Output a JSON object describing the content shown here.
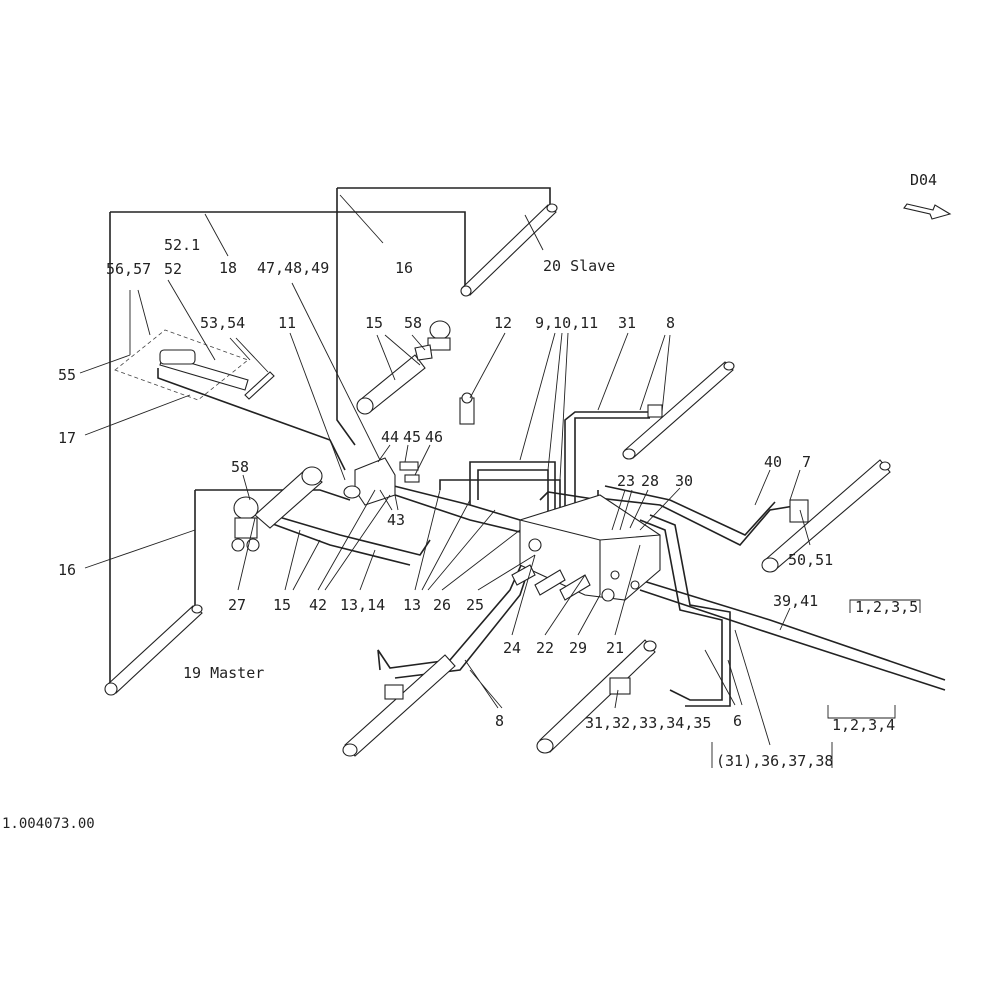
{
  "page_ref": "D04",
  "drawing_number": "1.004073.00",
  "labels": {
    "slave": "20 Slave",
    "master": "19 Master",
    "l_16a": "16",
    "l_18": "18",
    "l_5657": "56,57",
    "l_521": "52.1",
    "l_52": "52",
    "l_474849": "47,48,49",
    "l_5354": "53,54",
    "l_11a": "11",
    "l_15a": "15",
    "l_58a": "58",
    "l_12": "12",
    "l_91011": "9,10,11",
    "l_31": "31",
    "l_8a": "8",
    "l_55": "55",
    "l_17": "17",
    "l_44": "44",
    "l_45": "45",
    "l_46": "46",
    "l_40": "40",
    "l_7": "7",
    "l_58b": "58",
    "l_23": "23",
    "l_28": "28",
    "l_30": "30",
    "l_43": "43",
    "l_5051": "50,51",
    "l_16b": "16",
    "l_27": "27",
    "l_15b": "15",
    "l_42": "42",
    "l_1314": "13,14",
    "l_13": "13",
    "l_26": "26",
    "l_25": "25",
    "l_3941": "39,41",
    "l_1235": "1,2,3,5",
    "l_24": "24",
    "l_22": "22",
    "l_29": "29",
    "l_21": "21",
    "l_1234": "1,2,3,4",
    "l_8b": "8",
    "l_3135": "31,32,33,34,35",
    "l_6": "6",
    "l_313638": "(31),36,37,38"
  }
}
